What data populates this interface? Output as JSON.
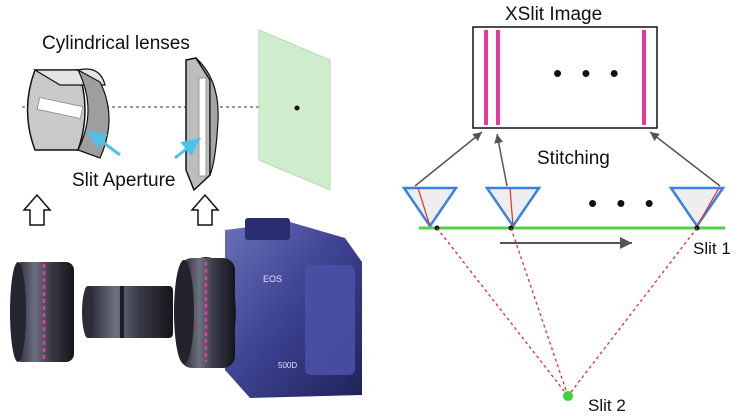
{
  "left_panel": {
    "lenses_label": "Cylindrical lenses",
    "aperture_label": "Slit Aperture"
  },
  "right_panel": {
    "image_title": "XSlit Image",
    "image_ellipsis": "• • •",
    "stitching_label": "Stitching",
    "cameras_ellipsis": "• • •",
    "slit1_label": "Slit 1",
    "slit2_label": "Slit 2"
  },
  "colors": {
    "magenta_stripe": "#e6399b",
    "slit1_green": "#4fd14a",
    "slit2_green": "#3fd33a",
    "camera_blue": "#3b82e0",
    "ray_red": "#e03030",
    "arrow_cyan": "#4cc2ea",
    "screen_green": "#cfeccc",
    "camera_body": "#3a3f8a"
  }
}
